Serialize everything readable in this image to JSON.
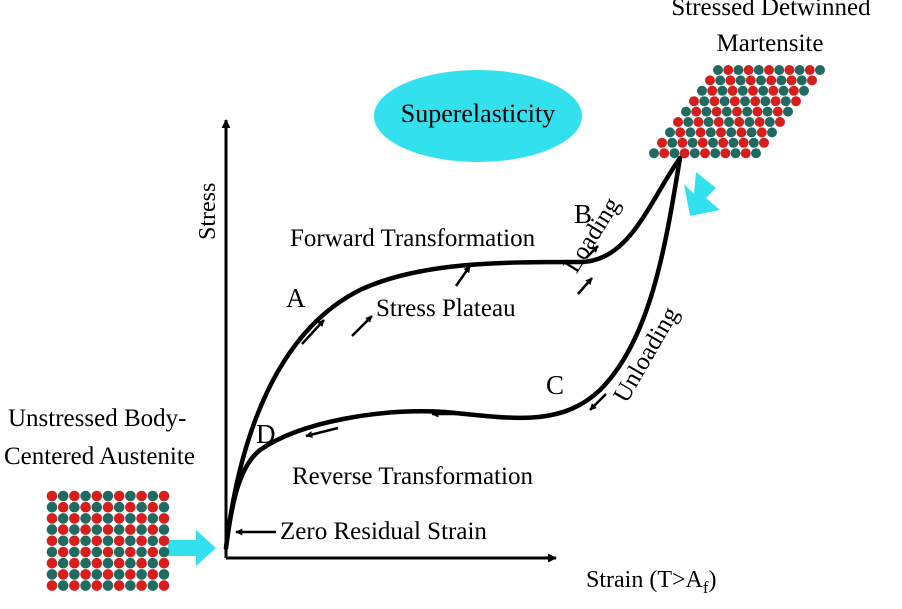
{
  "colors": {
    "ellipse_fill": "#33e0ee",
    "arrow_fill": "#33e0ee",
    "atom_red": "#d81d1d",
    "atom_teal": "#1f6b62",
    "line": "#000000"
  },
  "title_bubble": "Superelasticity",
  "axes": {
    "y_label": "Stress",
    "x_label": "Strain (T>A",
    "x_label_sub": "f",
    "x_label_end": ")"
  },
  "points": {
    "a": "A",
    "b": "B",
    "c": "C",
    "d": "D"
  },
  "annotations": {
    "forward": "Forward Transformation",
    "plateau": "Stress Plateau",
    "loading": "Loading",
    "unloading": "Unloading",
    "reverse": "Reverse Transformation",
    "zero": "Zero Residual Strain"
  },
  "lattices": {
    "martensite_line1": "Stressed Detwinned",
    "martensite_line2": "Martensite",
    "austenite_line1": "Unstressed Body-",
    "austenite_line2": "Centered Austenite"
  }
}
